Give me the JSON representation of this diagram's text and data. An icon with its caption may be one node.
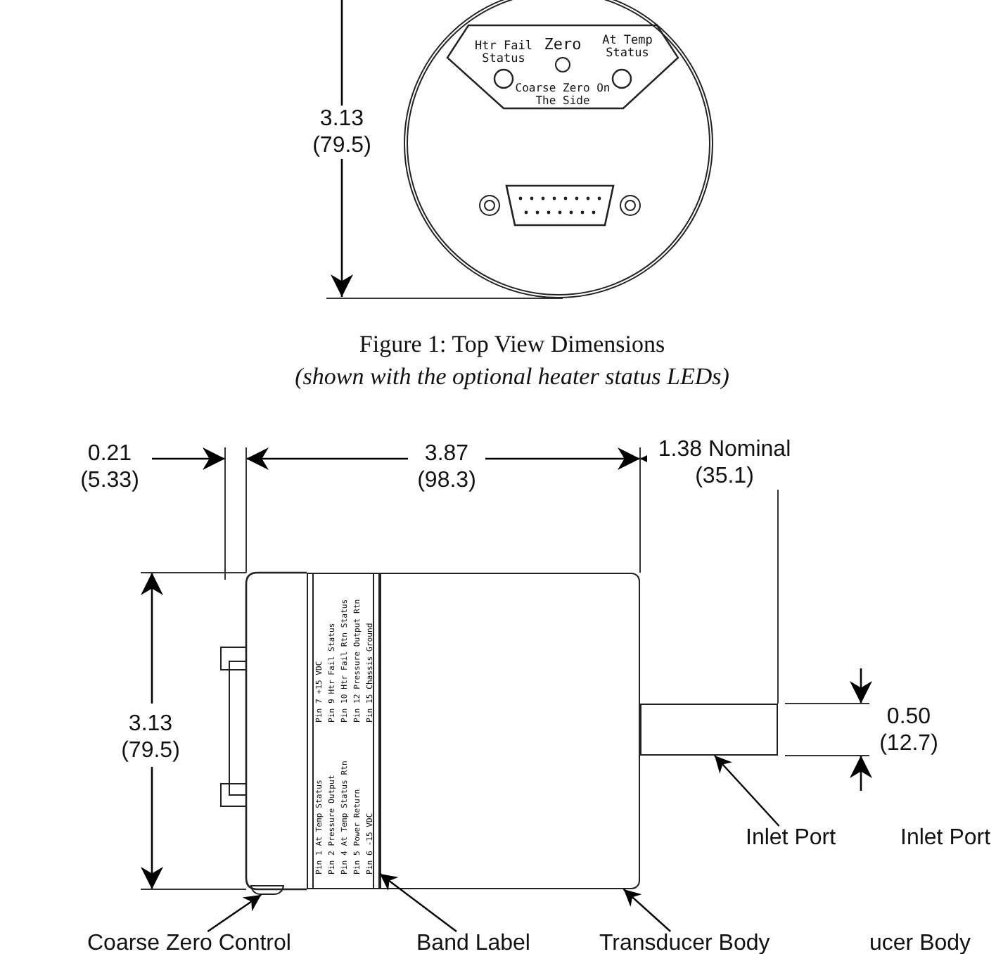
{
  "diagram": {
    "caption": "Figure 1:  Top View Dimensions *(shown with the optional heater status LEDs)*",
    "nodes": [
      {
        "text": [],
        "shape": "circle"
      },
      {
        "text": [
          "Htr Fail Status",
          "Zero",
          "At Temp Status",
          "Coarse Zero On The Side"
        ],
        "in": 0
      },
      {
        "text": [
          "Coarse Zero Control"
        ]
      },
      {
        "text": [],
        "shape": "box"
      },
      {
        "text": [
          "Band Label"
        ]
      },
      {
        "text": [
          "Pin 1 At Temp Status",
          "Pin 2 Pressure Output",
          "Pin 4 At Temp Status Rtn",
          "Pin 5 Power Return",
          "Pin 6 -15 VDC",
          "Pin 7 +15 VDC",
          "Pin 9 Htr Fail Status",
          "Pin 10 Htr Fail Rtn Status",
          "Pin 12 Pressure Output Rtn",
          "Pin 15 Chassis Ground"
        ]
      },
      {
        "text": [
          "Transducer Body"
        ]
      },
      {
        "text": [],
        "shape": "box"
      },
      {
        "text": [
          "Inlet Port"
        ]
      },
      {
        "text": [],
        "shape": "box"
      }
    ],
    "edges": [
      {
        "from": 2,
        "to": 3,
        "arrow": "to"
      },
      {
        "from": 4,
        "to": 5,
        "arrow": "to"
      },
      {
        "from": 6,
        "to": 7,
        "arrow": "to"
      },
      {
        "from": 8,
        "to": 9,
        "arrow": "to"
      }
    ],
    "labels": [
      "3.13 (79.5)",
      "0.21 (5.33)",
      "3.87 (98.3)",
      "1.38 Nominal (35.1)",
      "3.13 (79.5)",
      "0.50 (12.7)",
      "Inlet Port",
      "ucer Body"
    ]
  }
}
